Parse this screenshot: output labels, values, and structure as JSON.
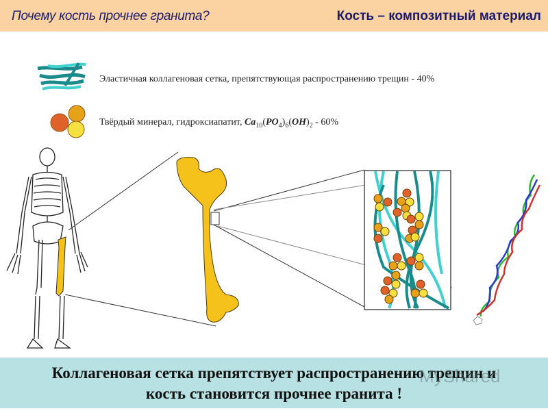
{
  "header": {
    "question": "Почему кость прочнее гранита?",
    "title": "Кость – композитный материал"
  },
  "legend": [
    {
      "icon": "collagen-fibers-icon",
      "text": "Эластичная коллагеновая сетка, препятствующая  распространению  трещин - 40%"
    },
    {
      "icon": "mineral-crystals-icon",
      "text_prefix": "Твёрдый минерал,  гидроксиапатит,",
      "formula": {
        "ca": "Ca",
        "ca_sub": "10",
        "po": "PO",
        "po_sub": "4",
        "po_group_sub": "6",
        "oh": "OH",
        "oh_sub": "2"
      },
      "percent": " - 60%"
    }
  ],
  "diagram": {
    "skeleton": "human-skeleton-with-highlighted-femur",
    "femur_color": "#f5c21b",
    "zoom_box": "collagen-and-mineral-composite",
    "molecule": "collagen-triple-helix",
    "colors": {
      "collagen_dark": "#1a8a8a",
      "collagen_light": "#40d0d0",
      "mineral_orange": "#e0622a",
      "mineral_gold": "#e8a21a",
      "mineral_yellow": "#f5e040"
    }
  },
  "conclusion": {
    "line1": "Коллагеновая сетка препятствует  распространению трещин и",
    "line2": "кость  становится  прочнее гранита !"
  },
  "watermark": "MyShared"
}
